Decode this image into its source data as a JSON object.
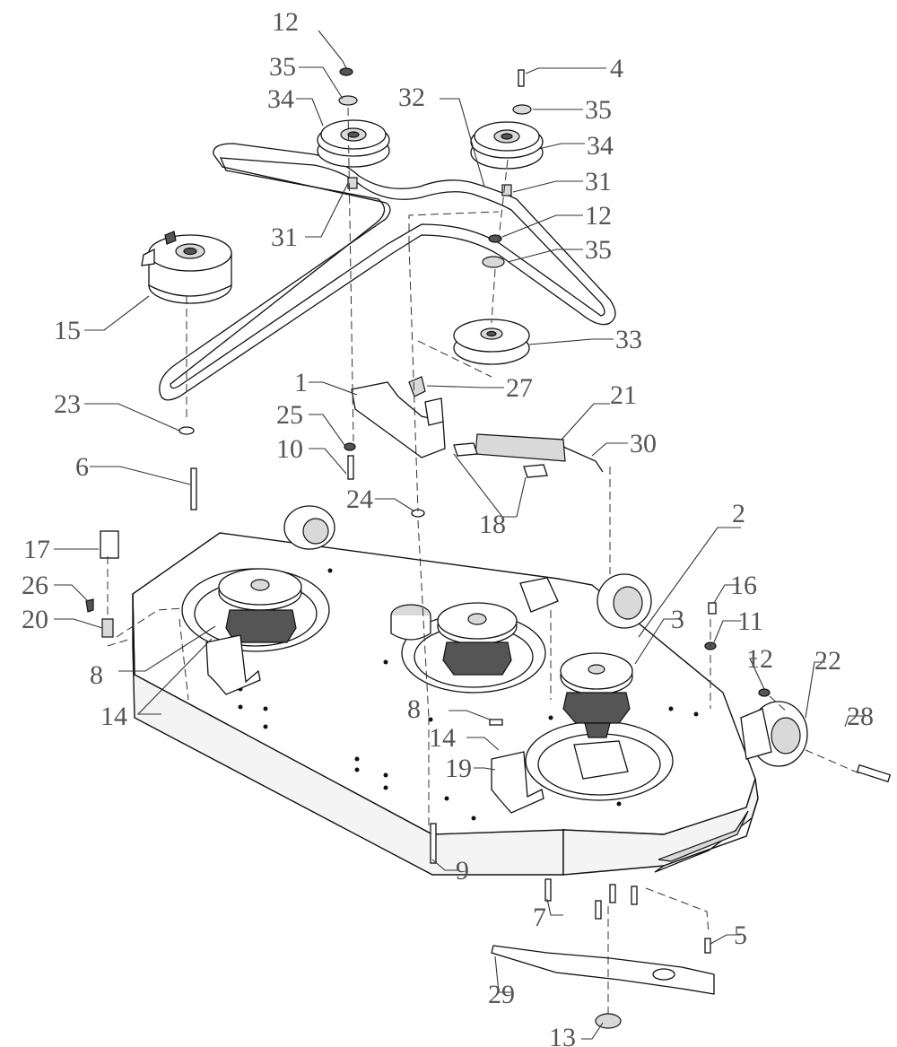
{
  "diagram": {
    "type": "exploded parts diagram",
    "callouts": [
      {
        "id": "c12a",
        "label": "12"
      },
      {
        "id": "c35a",
        "label": "35"
      },
      {
        "id": "c34a",
        "label": "34"
      },
      {
        "id": "c4",
        "label": "4"
      },
      {
        "id": "c35b",
        "label": "35"
      },
      {
        "id": "c32",
        "label": "32"
      },
      {
        "id": "c34b",
        "label": "34"
      },
      {
        "id": "c31b",
        "label": "31"
      },
      {
        "id": "c12b",
        "label": "12"
      },
      {
        "id": "c31a",
        "label": "31"
      },
      {
        "id": "c35c",
        "label": "35"
      },
      {
        "id": "c15",
        "label": "15"
      },
      {
        "id": "c33",
        "label": "33"
      },
      {
        "id": "c1",
        "label": "1"
      },
      {
        "id": "c27",
        "label": "27"
      },
      {
        "id": "c21",
        "label": "21"
      },
      {
        "id": "c23",
        "label": "23"
      },
      {
        "id": "c25",
        "label": "25"
      },
      {
        "id": "c30",
        "label": "30"
      },
      {
        "id": "c10",
        "label": "10"
      },
      {
        "id": "c6",
        "label": "6"
      },
      {
        "id": "c24",
        "label": "24"
      },
      {
        "id": "c18",
        "label": "18"
      },
      {
        "id": "c2",
        "label": "2"
      },
      {
        "id": "c17",
        "label": "17"
      },
      {
        "id": "c16",
        "label": "16"
      },
      {
        "id": "c26",
        "label": "26"
      },
      {
        "id": "c3",
        "label": "3"
      },
      {
        "id": "c11",
        "label": "11"
      },
      {
        "id": "c20",
        "label": "20"
      },
      {
        "id": "c8a",
        "label": "8"
      },
      {
        "id": "c12c",
        "label": "12"
      },
      {
        "id": "c22",
        "label": "22"
      },
      {
        "id": "c14a",
        "label": "14"
      },
      {
        "id": "c8b",
        "label": "8"
      },
      {
        "id": "c28",
        "label": "28"
      },
      {
        "id": "c14b",
        "label": "14"
      },
      {
        "id": "c19",
        "label": "19"
      },
      {
        "id": "c9",
        "label": "9"
      },
      {
        "id": "c7",
        "label": "7"
      },
      {
        "id": "c5",
        "label": "5"
      },
      {
        "id": "c29",
        "label": "29"
      },
      {
        "id": "c13",
        "label": "13"
      }
    ]
  }
}
